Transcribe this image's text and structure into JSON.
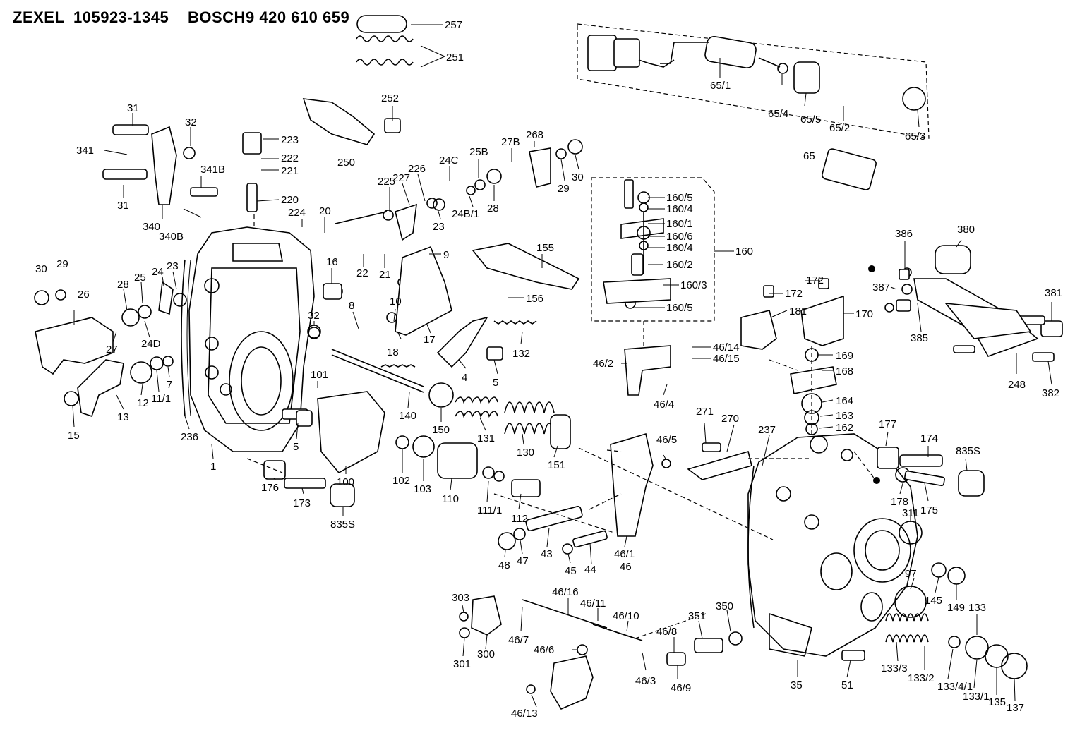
{
  "header": {
    "brand1": "ZEXEL",
    "number1": "105923-1345",
    "brand2": "BOSCH",
    "number2": "9 420 610 659"
  },
  "labels": {
    "l257": "257",
    "l251": "251",
    "l252": "252",
    "l250": "250",
    "l223": "223",
    "l222": "222",
    "l221": "221",
    "l220": "220",
    "l31a": "31",
    "l32a": "32",
    "l341": "341",
    "l341b": "341B",
    "l31b": "31",
    "l340": "340",
    "l340b": "340B",
    "l224": "224",
    "l20": "20",
    "l225": "225",
    "l227": "227",
    "l226": "226",
    "l24c": "24C",
    "l25b": "25B",
    "l27b": "27B",
    "l268": "268",
    "l29a": "29",
    "l30a": "30",
    "l23a": "23",
    "l248_1": "24B/1",
    "l28a": "28",
    "l22": "22",
    "l21": "21",
    "l9": "9",
    "l155": "155",
    "l156": "156",
    "l16": "16",
    "l30b": "30",
    "l29b": "29",
    "l26": "26",
    "l28b": "28",
    "l25": "25",
    "l24": "24",
    "l23b": "23",
    "l27": "27",
    "l240": "24D",
    "l8": "8",
    "l10": "10",
    "l17": "17",
    "l18": "18",
    "l32b": "32",
    "l132": "132",
    "l4": "4",
    "l5a": "5",
    "l101": "101",
    "l13": "13",
    "l12": "12",
    "l11_1": "11/1",
    "l7": "7",
    "l15": "15",
    "l236": "236",
    "l1": "1",
    "l5b": "5",
    "l140": "140",
    "l150": "150",
    "l131": "131",
    "l130": "130",
    "l151": "151",
    "l100": "100",
    "l102": "102",
    "l103": "103",
    "l110": "110",
    "l111_1": "111/1",
    "l112": "112",
    "l176": "176",
    "l173": "173",
    "l835s_a": "835S",
    "l48": "48",
    "l47": "47",
    "l43": "43",
    "l45": "45",
    "l44": "44",
    "l46_1": "46/1",
    "l46": "46",
    "l65_1": "65/1",
    "l65_4": "65/4",
    "l65_5": "65/5",
    "l65_2": "65/2",
    "l65_3": "65/3",
    "l65": "65",
    "l160_5a": "160/5",
    "l160_4a": "160/4",
    "l160_1": "160/1",
    "l160_6": "160/6",
    "l160_4b": "160/4",
    "l160": "160",
    "l160_2": "160/2",
    "l160_3": "160/3",
    "l160_5b": "160/5",
    "l46_14": "46/14",
    "l46_15": "46/15",
    "l46_2": "46/2",
    "l46_4": "46/4",
    "l46_5": "46/5",
    "l271": "271",
    "l270": "270",
    "l237": "237",
    "l172a": "172",
    "l172b": "172",
    "l181": "181",
    "l170": "170",
    "l169": "169",
    "l168": "168",
    "l164": "164",
    "l163": "163",
    "l162": "162",
    "l177": "177",
    "l174": "174",
    "l835s_b": "835S",
    "l178": "178",
    "l175": "175",
    "l311": "311",
    "l386": "386",
    "l380": "380",
    "l387": "387",
    "l385": "385",
    "l381": "381",
    "l248": "248",
    "l382": "382",
    "l97": "97",
    "l145": "145",
    "l149": "149",
    "l133": "133",
    "l303": "303",
    "l300": "300",
    "l301": "301",
    "l46_7": "46/7",
    "l46_16": "46/16",
    "l46_11": "46/11",
    "l46_10": "46/10",
    "l46_6": "46/6",
    "l46_8": "46/8",
    "l46_3": "46/3",
    "l46_9": "46/9",
    "l351": "351",
    "l350": "350",
    "l46_13": "46/13",
    "l35": "35",
    "l51": "51",
    "l133_3": "133/3",
    "l133_2": "133/2",
    "l133_4_1": "133/4/1",
    "l133_1": "133/1",
    "l135": "135",
    "l137": "137"
  }
}
